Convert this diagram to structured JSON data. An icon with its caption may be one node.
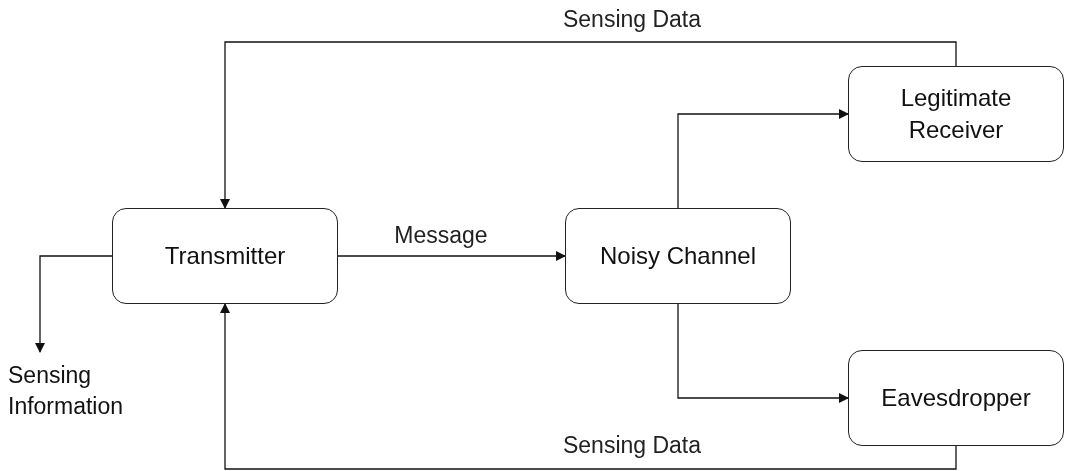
{
  "diagram": {
    "nodes": [
      {
        "text": [
          "Transmitter"
        ]
      },
      {
        "text": [
          "Noisy Channel"
        ]
      },
      {
        "text": [
          "Legitimate Receiver"
        ]
      },
      {
        "text": [
          "Eavesdropper"
        ]
      },
      {
        "text": [
          "Sensing Information"
        ]
      }
    ],
    "edges": [
      {
        "from": 0,
        "to": 1,
        "arrow": "to",
        "label": "Message"
      },
      {
        "from": 1,
        "to": 2,
        "arrow": "to"
      },
      {
        "from": 1,
        "to": 3,
        "arrow": "to"
      },
      {
        "from": 2,
        "to": 0,
        "arrow": "to",
        "label": "Sensing Data"
      },
      {
        "from": 3,
        "to": 0,
        "arrow": "to",
        "label": "Sensing Data"
      },
      {
        "from": 0,
        "to": 4,
        "arrow": "to"
      }
    ]
  }
}
